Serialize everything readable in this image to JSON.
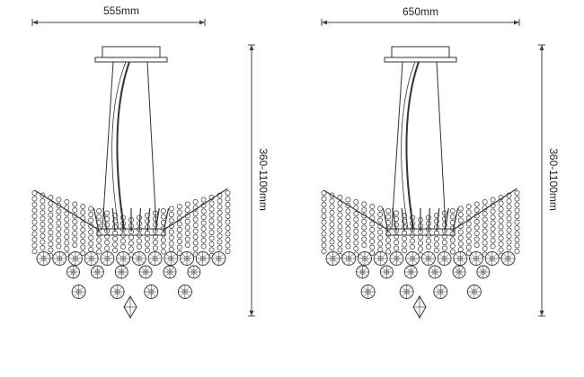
{
  "left_view": {
    "width_label": "555mm",
    "height_label": "360-1100mm"
  },
  "right_view": {
    "width_label": "650mm",
    "height_label": "360-1100mm"
  },
  "colors": {
    "line": "#333333",
    "dimension": "#444444"
  }
}
